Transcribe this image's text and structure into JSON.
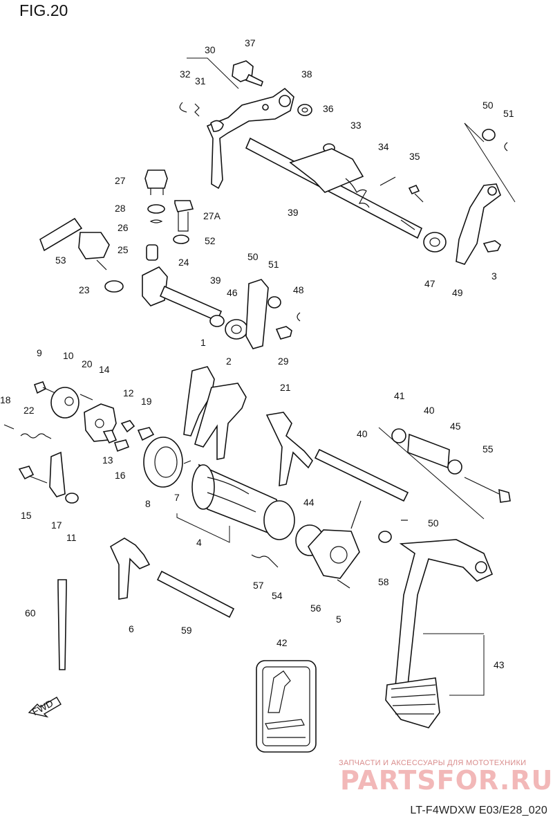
{
  "title": "FIG.20",
  "footer": "LT-F4WDXW E03/E28_020",
  "watermark": {
    "caption": "ЗАПЧАСТИ И АКСЕССУАРЫ ДЛЯ МОТОТЕХНИКИ",
    "logo": "PARTSFOR.RU"
  },
  "fwd_label": "FWD",
  "callouts": [
    "30",
    "37",
    "32",
    "31",
    "38",
    "36",
    "33",
    "34",
    "35",
    "50",
    "51",
    "27",
    "28",
    "26",
    "25",
    "27A",
    "52",
    "53",
    "23",
    "24",
    "39",
    "46",
    "50",
    "51",
    "48",
    "29",
    "39",
    "47",
    "49",
    "3",
    "1",
    "2",
    "21",
    "9",
    "10",
    "20",
    "14",
    "12",
    "19",
    "18",
    "22",
    "13",
    "16",
    "15",
    "17",
    "11",
    "8",
    "7",
    "4",
    "40",
    "41",
    "40",
    "45",
    "55",
    "44",
    "50",
    "58",
    "57",
    "54",
    "56",
    "5",
    "6",
    "59",
    "60",
    "42",
    "43"
  ]
}
